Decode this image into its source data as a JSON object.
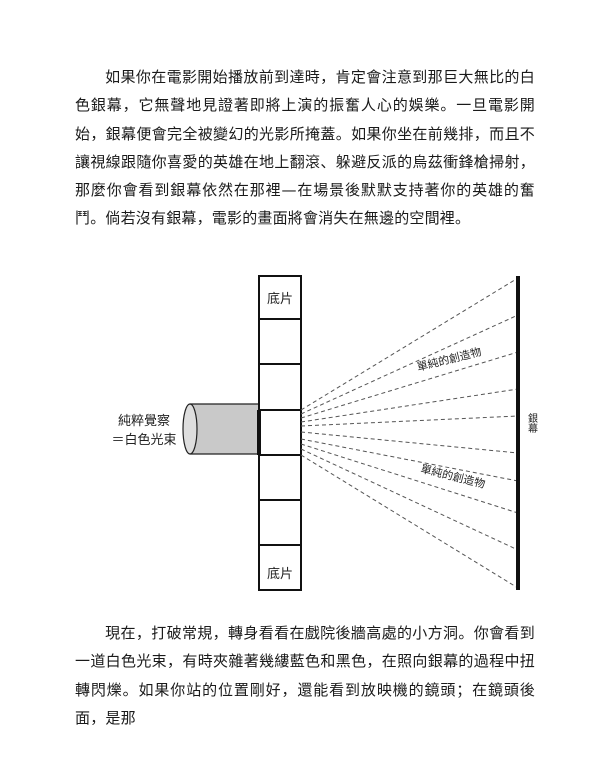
{
  "paragraphs": [
    "如果你在電影開始播放前到達時，肯定會注意到那巨大無比的白色銀幕，它無聲地見證著即將上演的振奮人心的娛樂。一旦電影開始，銀幕便會完全被變幻的光影所掩蓋。如果你坐在前幾排，而且不讓視線跟隨你喜愛的英雄在地上翻滾、躲避反派的烏茲衝鋒槍掃射，那麼你會看到銀幕依然在那裡—在場景後默默支持著你的英雄的奮鬥。倘若沒有銀幕，電影的畫面將會消失在無邊的空間裡。",
    "現在，打破常規，轉身看看在戲院後牆高處的小方洞。你會看到一道白色光束，有時夾雜著幾縷藍色和黑色，在照向銀幕的過程中扭轉閃爍。如果你站的位置剛好，還能看到放映機的鏡頭；在鏡頭後面，是那"
  ],
  "diagram": {
    "film_top_label": "底片",
    "film_bottom_label": "底片",
    "source_label_line1": "純粹覺察",
    "source_label_line2": "＝白色光束",
    "creation_label_top": "單純的創造物",
    "creation_label_bottom": "單純的創造物",
    "screen_label": "銀幕"
  }
}
